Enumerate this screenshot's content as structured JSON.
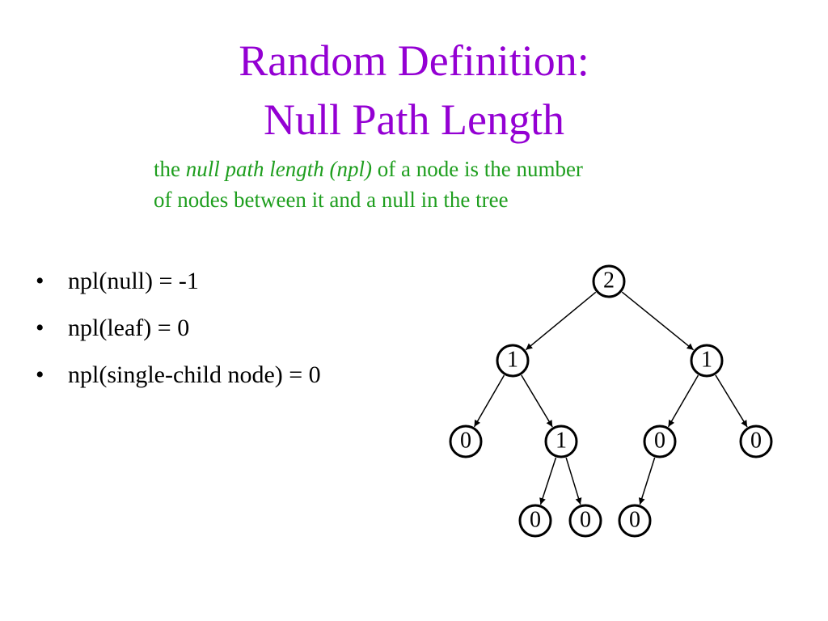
{
  "title": {
    "line1": "Random Definition:",
    "line2": "Null Path Length"
  },
  "definition": {
    "prefix": "the ",
    "term": "null path length (npl)",
    "rest_line1": " of a node is the number",
    "line2": "of nodes between it and a null in the tree"
  },
  "bullets": [
    "npl(null) = -1",
    "npl(leaf) = 0",
    "npl(single-child node) = 0"
  ],
  "bullet_symbol": "•",
  "colors": {
    "title": "#9400d3",
    "definition": "#1e9e1e",
    "text": "#000000"
  },
  "tree": {
    "nodes": [
      {
        "id": "root",
        "label": "2"
      },
      {
        "id": "l",
        "label": "1"
      },
      {
        "id": "r",
        "label": "1"
      },
      {
        "id": "ll",
        "label": "0"
      },
      {
        "id": "lr",
        "label": "1"
      },
      {
        "id": "rl",
        "label": "0"
      },
      {
        "id": "rr",
        "label": "0"
      },
      {
        "id": "lrl",
        "label": "0"
      },
      {
        "id": "lrr",
        "label": "0"
      },
      {
        "id": "rll",
        "label": "0"
      }
    ],
    "edges": [
      [
        "root",
        "l"
      ],
      [
        "root",
        "r"
      ],
      [
        "l",
        "ll"
      ],
      [
        "l",
        "lr"
      ],
      [
        "r",
        "rl"
      ],
      [
        "r",
        "rr"
      ],
      [
        "lr",
        "lrl"
      ],
      [
        "lr",
        "lrr"
      ],
      [
        "rl",
        "rll"
      ]
    ]
  }
}
